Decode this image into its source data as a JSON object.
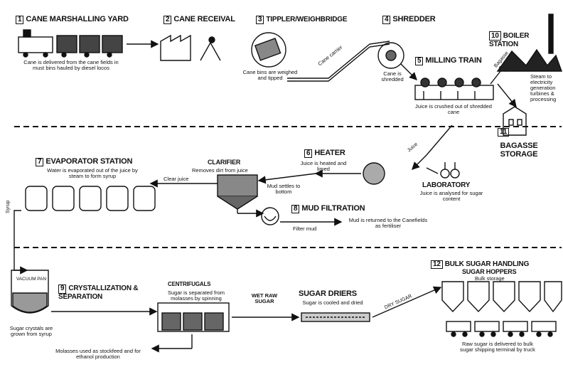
{
  "stations": {
    "s1": {
      "num": "1",
      "title": "CANE MARSHALLING YARD",
      "caption": "Cane is delivered from the cane fields in must bins hauled by diesel locos"
    },
    "s2": {
      "num": "2",
      "title": "CANE RECEIVAL"
    },
    "s3": {
      "num": "3",
      "title": "TIPPLER/WEIGHBRIDGE",
      "caption": "Cane bins are weighed and tipped"
    },
    "s4": {
      "num": "4",
      "title": "SHREDDER",
      "caption": "Cane is shredded"
    },
    "s5": {
      "num": "5",
      "title": "MILLING TRAIN",
      "caption": "Juice is crushed out of shredded cane"
    },
    "s10": {
      "num": "10",
      "title": "BOILER STATION",
      "caption": "Steam to electricity generation turbines & processing"
    },
    "s11": {
      "num": "11",
      "title": "BAGASSE STORAGE"
    },
    "s6": {
      "num": "6",
      "title": "HEATER",
      "caption": "Juice is heated and limed"
    },
    "lab": {
      "title": "LABORATORY",
      "caption": "Juice is analysed for sugar content"
    },
    "clarifier": {
      "title": "CLARIFIER",
      "caption": "Removes dirt from juice"
    },
    "s7": {
      "num": "7",
      "title": "EVAPORATOR STATION",
      "caption": "Water is evaporated out of the juice by steam to form syrup"
    },
    "s8": {
      "num": "8",
      "title": "MUD FILTRATION",
      "caption": "Mud is returned to the Canefields as fertiliser"
    },
    "s9": {
      "num": "9",
      "title": "CRYSTALLIZATION & SEPARATION"
    },
    "vacuum": {
      "title": "VACUUM PAN",
      "caption": "Sugar crystals are grown from syrup"
    },
    "centrifugals": {
      "title": "CENTRIFUGALS",
      "caption": "Sugar is separated from molasses by spinning"
    },
    "driers": {
      "title": "SUGAR DRIERS",
      "caption": "Sugar is cooled and dried"
    },
    "s12": {
      "num": "12",
      "title": "BULK SUGAR HANDLING",
      "sub": "SUGAR HOPPERS",
      "caption": "Bulk storage"
    }
  },
  "labels": {
    "cane_carrier": "Cane carrier",
    "bagasse": "Bagasse",
    "juice": "Juice",
    "clear_juice": "Clear juice",
    "mud_settles": "Mud settles to bottom",
    "filter_mud": "Filter mud",
    "syrup": "Syrup",
    "wet_raw_sugar": "WET RAW SUGAR",
    "dry_sugar": "DRY SUGAR",
    "molasses": "Molasses used as stockfeed and for ethanol production",
    "raw_sugar_delivery": "Raw sugar is delivered to bulk sugar shipping terminal by truck"
  }
}
